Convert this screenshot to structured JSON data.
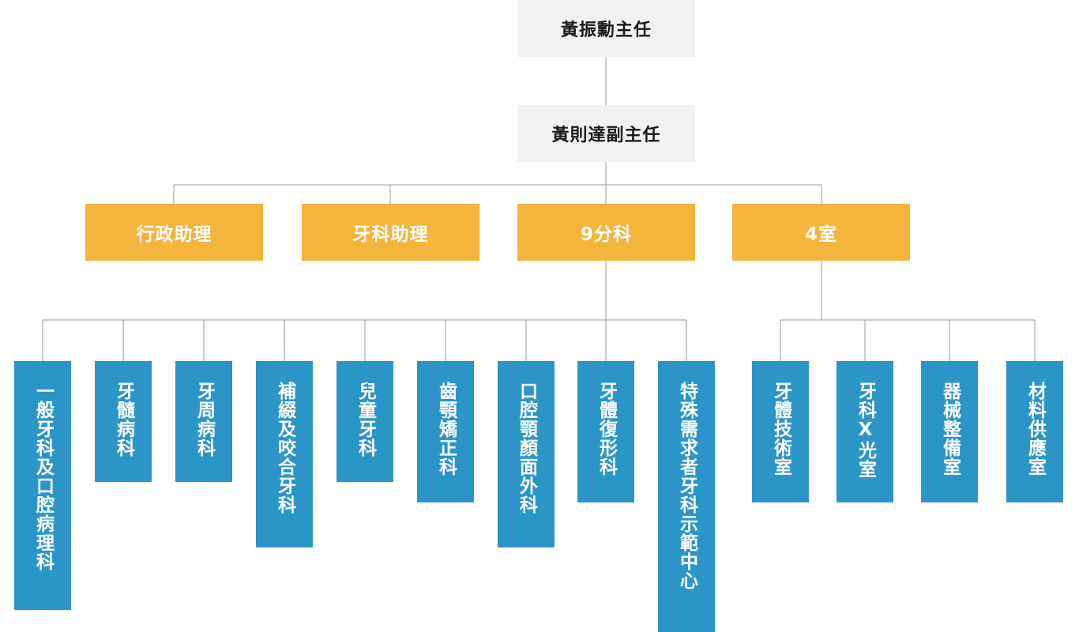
{
  "colors": {
    "top": "#f2f2f2",
    "orange": "#f5b43c",
    "blue": "#2c95c8",
    "line": "#999999"
  },
  "director": "黃振勳主任",
  "deputy": "黃則達副主任",
  "groups": {
    "admin_assistant": "行政助理",
    "dental_assistant": "牙科助理",
    "divisions": "9分科",
    "rooms": "4室"
  },
  "divisions": [
    "一般牙科及口腔病理科",
    "牙髓病科",
    "牙周病科",
    "補綴及咬合牙科",
    "兒童牙科",
    "齒顎矯正科",
    "口腔顎顏面外科",
    "牙體復形科",
    "特殊需求者牙科示範中心"
  ],
  "rooms": [
    "牙體技術室",
    "牙科X光室",
    "器械整備室",
    "材料供應室"
  ]
}
